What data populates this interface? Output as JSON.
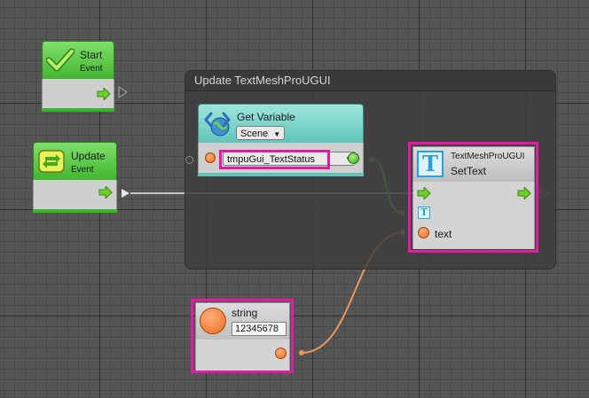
{
  "group": {
    "title": "Update TextMeshProUGUI"
  },
  "start_node": {
    "title": "Start",
    "subtitle": "Event"
  },
  "update_node": {
    "title": "Update",
    "subtitle": "Event"
  },
  "get_variable_node": {
    "title": "Get Variable",
    "scope": "Scene",
    "variable": "tmpuGui_TextStatus"
  },
  "settext_node": {
    "category": "TextMeshProUGUI",
    "title": "SetText",
    "icon_letter": "T",
    "port_label": "text"
  },
  "string_node": {
    "title": "string",
    "value": "12345678"
  },
  "colors": {
    "event_green": "#41b52e",
    "variable_teal": "#6fd1c6",
    "highlight_magenta": "#e01ca4",
    "wire_green": "#7fcf3a",
    "wire_orange": "#e89a5e"
  }
}
